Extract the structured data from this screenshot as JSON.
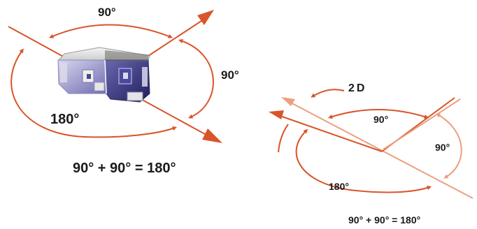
{
  "colors": {
    "orange": "#d9542a",
    "orange_light": "#eba07e",
    "label": "#1a1a1a",
    "device_face_light": "#b9b5da",
    "device_face_dark": "#3b3a80",
    "device_top": "#e4e4e4"
  },
  "left_panel": {
    "label_top": "90°",
    "label_right": "90°",
    "label_bottom": "180°",
    "equation": "90° + 90° = 180°"
  },
  "right_panel": {
    "label_2d": "2D",
    "label_top": "90°",
    "label_right": "90°",
    "label_bottom": "180°",
    "equation": "90° + 90° = 180°"
  }
}
